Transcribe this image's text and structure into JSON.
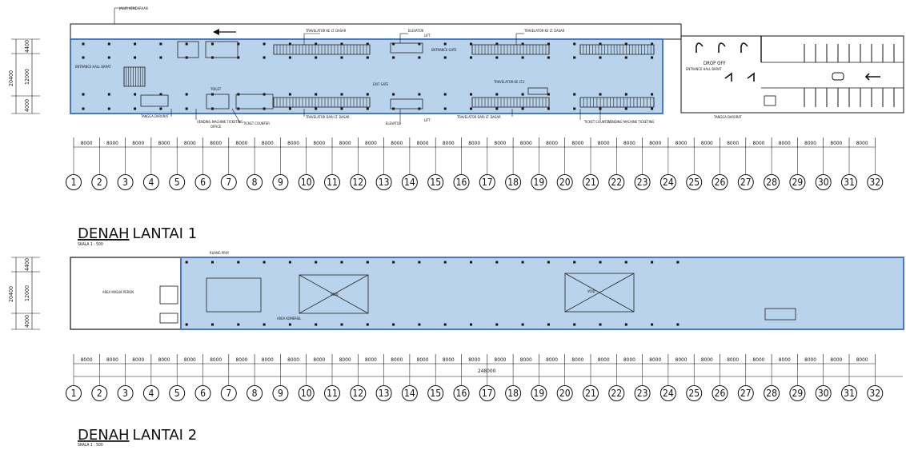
{
  "drawings": [
    {
      "title": "DENAH LANTAI 1",
      "title_underlined": "DENAH",
      "title_rest": "LANTAI 1",
      "scale": "SKALA 1 : 500",
      "vertical_dims": [
        "4400",
        "12000",
        "4000"
      ],
      "vertical_total": "20400",
      "bay_dims": [
        "8000",
        "8000",
        "8000",
        "8000",
        "8000",
        "8000",
        "8000",
        "8000",
        "8000",
        "8000",
        "8000",
        "8000",
        "8000",
        "8000",
        "8000",
        "8000",
        "8000",
        "8000",
        "8000",
        "8000",
        "8000",
        "8000",
        "8000",
        "8000",
        "8000",
        "8000",
        "8000",
        "8000",
        "8000",
        "8000",
        "8000"
      ],
      "axes": [
        "1",
        "2",
        "3",
        "4",
        "5",
        "6",
        "7",
        "8",
        "9",
        "10",
        "11",
        "12",
        "13",
        "14",
        "15",
        "16",
        "17",
        "18",
        "19",
        "20",
        "21",
        "22",
        "23",
        "24",
        "25",
        "26",
        "27",
        "28",
        "29",
        "30",
        "31",
        "32"
      ],
      "labels": {
        "jalur": "JALUR KENDARAAN",
        "trav_ke_dasar_1": "TRAVELATOR KE LT. DASAR",
        "escalator": "ELEVATOR",
        "lift_top": "LIFT",
        "trav_ke_dasar_2": "TRAVELATOR KE LT. DASAR",
        "entrance_gate": "ENTRANCE GATE",
        "entrance_hall": "ENTRANCE HALL BARAT",
        "toilet": "TOILET",
        "exit_gate": "EXIT GATE",
        "trav_ke_lt2": "TRAVELATOR KE LT.2",
        "tangga_darurat_left": "TANGGA DARURAT",
        "vending_left": "VENDING MACHINE TICKETING",
        "office": "OFFICE",
        "ticket_counter_left": "TICKET COUNTER",
        "trav_dari_1": "TRAVELATOR DARI LT. DASAR",
        "elevator_bottom": "ELEVATOR",
        "lift_bottom": "LIFT",
        "trav_dari_2": "TRAVELATOR DARI LT. DASAR",
        "ticket_counter_right": "TICKET COUNTER",
        "vending_right": "VENDING MACHINE TICKETING",
        "drop_off": "DROP OFF",
        "entrance_hall_timur": "ENTRANCE HALL BARAT",
        "tangga_darurat_right": "TANGGA DARURAT"
      }
    },
    {
      "title": "DENAH LANTAI 2",
      "title_underlined": "DENAH",
      "title_rest": "LANTAI 2",
      "scale": "SKALA 1 : 500",
      "vertical_dims": [
        "4400",
        "12000",
        "4000"
      ],
      "vertical_total": "20400",
      "total_dim": "248000",
      "bay_dims": [
        "8000",
        "8000",
        "8000",
        "8000",
        "8000",
        "8000",
        "8000",
        "8000",
        "8000",
        "8000",
        "8000",
        "8000",
        "8000",
        "8000",
        "8000",
        "8000",
        "8000",
        "8000",
        "8000",
        "8000",
        "8000",
        "8000",
        "8000",
        "8000",
        "8000",
        "8000",
        "8000",
        "8000",
        "8000",
        "8000",
        "8000"
      ],
      "axes": [
        "1",
        "2",
        "3",
        "4",
        "5",
        "6",
        "7",
        "8",
        "9",
        "10",
        "11",
        "12",
        "13",
        "14",
        "15",
        "16",
        "17",
        "18",
        "19",
        "20",
        "21",
        "22",
        "23",
        "24",
        "25",
        "26",
        "27",
        "28",
        "29",
        "30",
        "31",
        "32"
      ],
      "labels": {
        "area": "AREA MASUK PERON",
        "void_1": "VOID",
        "void_2": "VOID",
        "prayer": "RUANG PRAY",
        "area_komersil": "AREA KOMERSIL"
      }
    }
  ],
  "colors": {
    "highlight_fill": "#b9d3ec",
    "highlight_stroke": "#4a78c2",
    "line": "#111111"
  }
}
